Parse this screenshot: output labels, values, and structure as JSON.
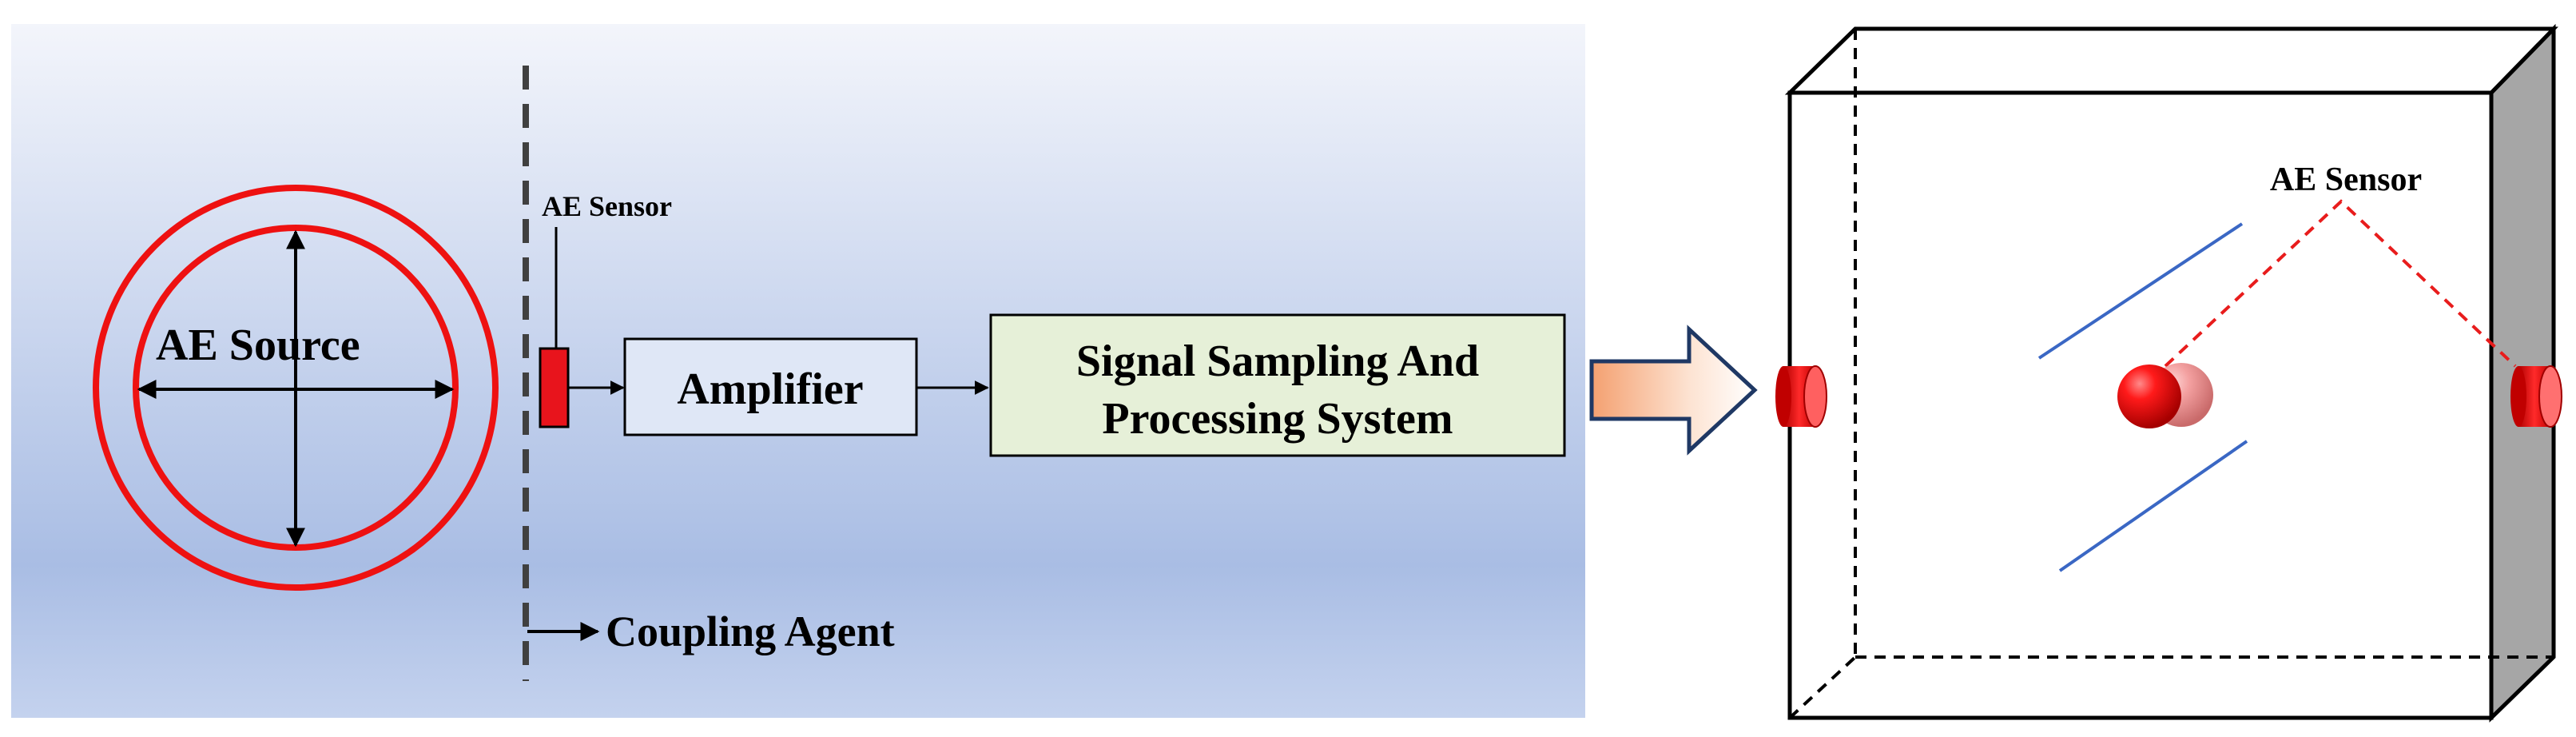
{
  "left_panel": {
    "source_label": "AE Source",
    "sensor_label": "AE Sensor",
    "amplifier_label": "Amplifier",
    "system_label_line1": "Signal Sampling And",
    "system_label_line2": "Processing System",
    "coupling_label": "Coupling Agent"
  },
  "right_panel": {
    "sensor_label": "AE Sensor"
  },
  "colors": {
    "panel_gradient_top": "#eef2fa",
    "panel_gradient_mid": "#a9bde4",
    "ring": "#ee1111",
    "sensor": "#e8141c",
    "system_box": "#e6f0d8",
    "amplifier_box": "#dfe7f6",
    "crack_line": "#3a67c4",
    "cube_side": "#a6a6a6",
    "arrow_fill_start": "#f4b183",
    "arrow_stroke": "#1f3864"
  }
}
